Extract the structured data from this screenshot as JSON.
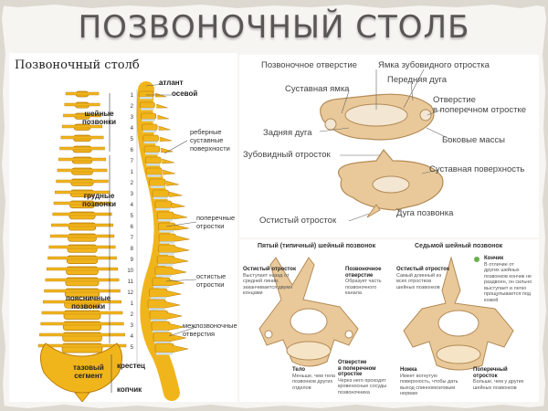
{
  "title": "ПОЗВОНОЧНЫЙ СТОЛБ",
  "left_panel": {
    "heading": "Позвоночный столб",
    "labels": {
      "atlas": "атлант",
      "axis": "осевой",
      "cervical": "шейные\nпозвонки",
      "thoracic": "грудные\nпозвонки",
      "lumbar": "поясничные\nпозвонки",
      "pelvic": "тазовый\nсегмент",
      "sacrum": "крестец",
      "coccyx": "копчик",
      "rib_facets": "реберные\nсуставные\nповерхности",
      "transverse": "поперечные\nотростки",
      "spinous": "остистые\nотростки",
      "foramina": "межпозвоночные\nотверстия"
    },
    "numbers": [
      "1",
      "2",
      "3",
      "4",
      "5",
      "6",
      "7",
      "1",
      "2",
      "3",
      "4",
      "5",
      "6",
      "7",
      "8",
      "9",
      "10",
      "11",
      "12",
      "1",
      "2",
      "3",
      "4",
      "5"
    ]
  },
  "top_right": {
    "labels": {
      "vertebral_foramen": "Позвоночное отверстие",
      "dens_fovea": "Ямка зубовидного отростка",
      "articular_fovea": "Суставная ямка",
      "anterior_arch": "Передняя дуга",
      "transverse_foramen": "Отверстие\nв поперечном отростке",
      "posterior_arch": "Задняя дуга",
      "lateral_masses": "Боковые массы",
      "dens": "Зубовидный отросток",
      "articular_surface": "Суставная поверхность",
      "spinous_process": "Остистый отросток",
      "vertebral_arch": "Дуга позвонка"
    }
  },
  "bottom_right": {
    "left_title": "Пятый (типичный) шейный позвонок",
    "right_title": "Седьмой шейный позвонок",
    "notes": [
      {
        "title": "Остистый отросток",
        "text": "Выступает назад от\nсредней линии,\nзаканчивается двумя\nконцами"
      },
      {
        "title": "Позвоночное\nотверстие",
        "text": "Образует часть\nпозвоночного\nканала"
      },
      {
        "title": "Тело",
        "text": "Меньше, чем тела\nпозвонков других\nотделов"
      },
      {
        "title": "Отверстие\nв поперечном\nотростке",
        "text": "Через него проходят\nкровеносные сосуды\nпозвоночника"
      },
      {
        "title": "Остистый отросток",
        "text": "Самый длинный из\nвсех отростков\nшейных позвонков"
      },
      {
        "title": "Кончик",
        "text": "В отличие от\nдругих шейных\nпозвонков кончик не\nраздвоен, он сильно\nвыступает и легко\nпрощупывается под\nкожей"
      },
      {
        "title": "Ножка",
        "text": "Имеет вогнутую\nповерхность, чтобы дать\nвыход спинномозговым\nнервам"
      },
      {
        "title": "Поперечный\nотросток",
        "text": "Больше, чем у других\nшейных позвонков"
      }
    ]
  },
  "colors": {
    "bone": "#f1b51c",
    "bone_dark": "#b87c08",
    "cartilage": "#cfe0e8",
    "vertebra": "#e9c99a",
    "vertebra_dark": "#b48b56",
    "label_line": "#555555",
    "title": "#5a5656"
  }
}
